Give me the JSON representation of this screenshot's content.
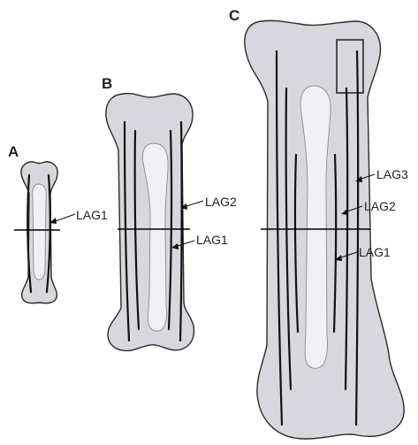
{
  "figure": {
    "panels": [
      {
        "letter": "A",
        "growth_marks": [
          "LAG1"
        ]
      },
      {
        "letter": "B",
        "growth_marks": [
          "LAG2",
          "LAG1"
        ]
      },
      {
        "letter": "C",
        "growth_marks": [
          "LAG3",
          "LAG2",
          "LAG1"
        ]
      }
    ]
  },
  "colors": {
    "bone_fill": "#d9d7de",
    "cavity_fill": "#f1f0f3",
    "line": "#111111"
  }
}
